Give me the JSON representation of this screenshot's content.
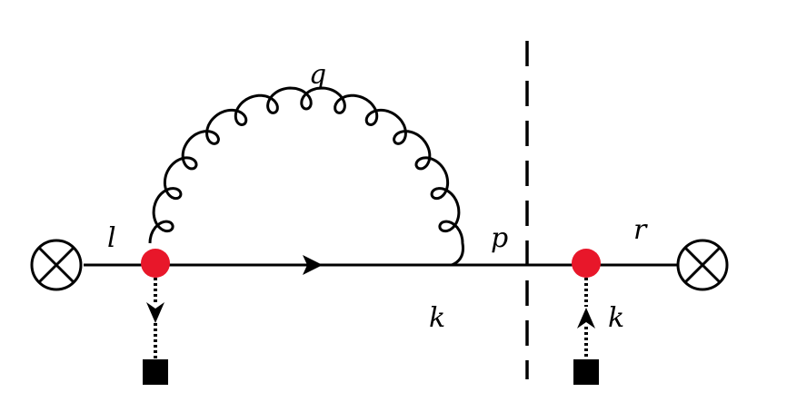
{
  "diagram": {
    "labels": {
      "q": "q",
      "l": "l",
      "p": "p",
      "r": "r",
      "k_bottom": "k",
      "k_right": "k"
    },
    "colors": {
      "vertex": "#e8172a",
      "line": "#000000",
      "background": "#ffffff"
    },
    "icons": {
      "source_left": "otimes-icon",
      "source_right": "otimes-icon",
      "external_left": "black-square-icon",
      "external_right": "black-square-icon"
    }
  }
}
